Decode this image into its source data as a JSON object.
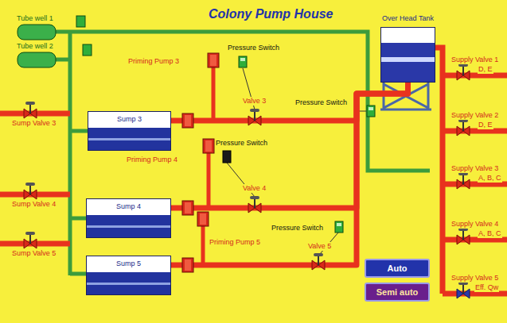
{
  "diagram": {
    "title": "Colony Pump House",
    "nodes": [
      {
        "text": [
          "Sump 3"
        ]
      },
      {
        "text": [
          "Sump 4"
        ]
      },
      {
        "text": [
          "Sump 5"
        ]
      },
      {
        "text": [
          "Over Head Tank"
        ]
      },
      {
        "text": [
          "Auto"
        ]
      },
      {
        "text": [
          "Semi auto"
        ]
      }
    ],
    "edges": [
      {
        "from": 0,
        "to": 3,
        "arrow": "none"
      },
      {
        "from": 1,
        "to": 3,
        "arrow": "none"
      },
      {
        "from": 2,
        "to": 3,
        "arrow": "none"
      }
    ],
    "labels": [
      "Tube well 1",
      "Tube well 2",
      "Sump Valve 3",
      "Sump Valve 4",
      "Sump Valve 5",
      "Priming Pump 3",
      "Priming Pump 4",
      "Priming Pump 5",
      "Pressure Switch",
      "Valve 3",
      "Pressure Switch",
      "Pressure Switch",
      "Valve 4",
      "Pressure Switch",
      "Valve 5",
      "Supply Valve 1",
      "D, E",
      "Supply Valve 2",
      "D, E",
      "Supply Valve 3",
      "A, B, C",
      "Supply Valve 4",
      "A, B, C",
      "Supply Valve 5",
      "Eff. Qw"
    ]
  }
}
